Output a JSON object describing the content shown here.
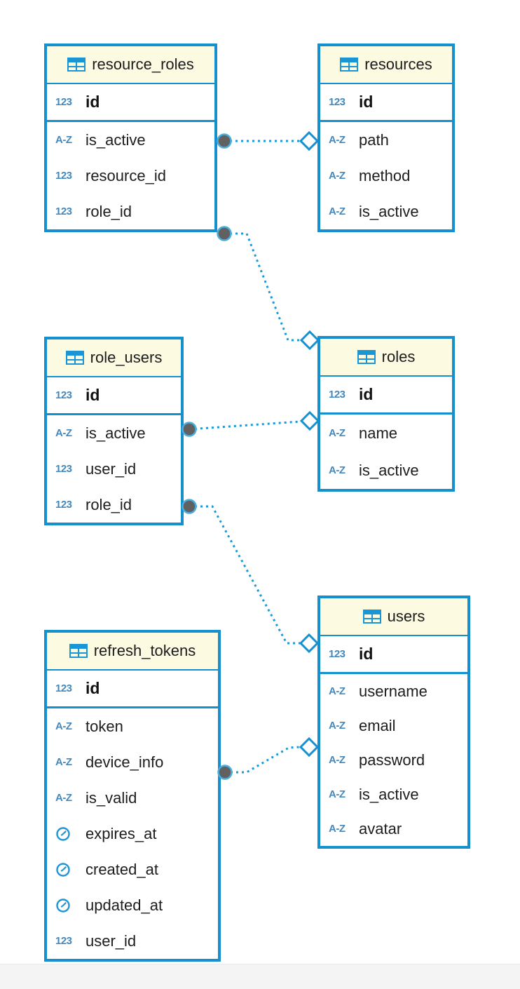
{
  "diagram": {
    "icons": {
      "table": "table-grid-icon",
      "numeric": "123",
      "text": "A-Z",
      "datetime": "clock-icon"
    },
    "colors": {
      "table_border": "#1590ce",
      "header_fill": "#fdfae2",
      "wire": "#1a9ad6",
      "endpoint_circle": "#616161",
      "endpoint_ring": "#4aaede",
      "type_glyph": "#4489bd",
      "field_text": "#1d1d1d",
      "bottom_strip": "#f4f4f4"
    },
    "tables": [
      {
        "name": "resource_roles",
        "primary_key": {
          "name": "id",
          "type": "numeric"
        },
        "fields": [
          {
            "name": "is_active",
            "type": "text"
          },
          {
            "name": "resource_id",
            "type": "numeric"
          },
          {
            "name": "role_id",
            "type": "numeric"
          }
        ]
      },
      {
        "name": "resources",
        "primary_key": {
          "name": "id",
          "type": "numeric"
        },
        "fields": [
          {
            "name": "path",
            "type": "text"
          },
          {
            "name": "method",
            "type": "text"
          },
          {
            "name": "is_active",
            "type": "text"
          }
        ]
      },
      {
        "name": "role_users",
        "primary_key": {
          "name": "id",
          "type": "numeric"
        },
        "fields": [
          {
            "name": "is_active",
            "type": "text"
          },
          {
            "name": "user_id",
            "type": "numeric"
          },
          {
            "name": "role_id",
            "type": "numeric"
          }
        ]
      },
      {
        "name": "roles",
        "primary_key": {
          "name": "id",
          "type": "numeric"
        },
        "fields": [
          {
            "name": "name",
            "type": "text"
          },
          {
            "name": "is_active",
            "type": "text"
          }
        ]
      },
      {
        "name": "refresh_tokens",
        "primary_key": {
          "name": "id",
          "type": "numeric"
        },
        "fields": [
          {
            "name": "token",
            "type": "text"
          },
          {
            "name": "device_info",
            "type": "text"
          },
          {
            "name": "is_valid",
            "type": "text"
          },
          {
            "name": "expires_at",
            "type": "datetime"
          },
          {
            "name": "created_at",
            "type": "datetime"
          },
          {
            "name": "updated_at",
            "type": "datetime"
          },
          {
            "name": "user_id",
            "type": "numeric"
          }
        ]
      },
      {
        "name": "users",
        "primary_key": {
          "name": "id",
          "type": "numeric"
        },
        "fields": [
          {
            "name": "username",
            "type": "text"
          },
          {
            "name": "email",
            "type": "text"
          },
          {
            "name": "password",
            "type": "text"
          },
          {
            "name": "is_active",
            "type": "text"
          },
          {
            "name": "avatar",
            "type": "text"
          }
        ]
      }
    ],
    "relations": [
      {
        "from": "resource_roles",
        "to": "resources",
        "from_marker": "circle",
        "to_marker": "diamond",
        "style": "dotted"
      },
      {
        "from": "resource_roles",
        "to": "roles",
        "from_marker": "circle",
        "to_marker": "diamond",
        "style": "dotted"
      },
      {
        "from": "role_users",
        "to": "roles",
        "from_marker": "circle",
        "to_marker": "diamond",
        "style": "dotted"
      },
      {
        "from": "role_users",
        "to": "users",
        "from_marker": "circle",
        "to_marker": "diamond",
        "style": "dotted"
      },
      {
        "from": "refresh_tokens",
        "to": "users",
        "from_marker": "circle",
        "to_marker": "diamond",
        "style": "dotted"
      }
    ]
  }
}
